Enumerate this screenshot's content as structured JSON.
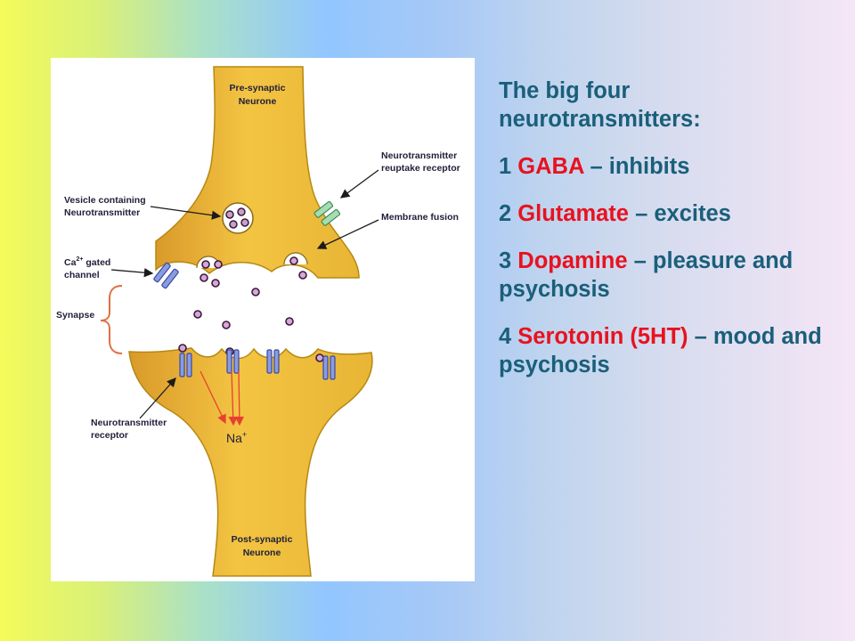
{
  "diagram": {
    "pre_label_1": "Pre-synaptic",
    "pre_label_2": "Neurone",
    "post_label_1": "Post-synaptic",
    "post_label_2": "Neurone",
    "vesicle_1": "Vesicle containing",
    "vesicle_2": "Neurotransmitter",
    "reuptake_1": "Neurotransmitter",
    "reuptake_2": "reuptake receptor",
    "fusion": "Membrane fusion",
    "ca_base": "Ca",
    "ca_sup": "2+",
    "ca_rest": " gated",
    "ca_2": "channel",
    "synapse": "Synapse",
    "receptor_1": "Neurotransmitter",
    "receptor_2": "receptor",
    "na_base": "Na",
    "na_sup": "+"
  },
  "text": {
    "heading_1": "The big four",
    "heading_2": "neurotransmitters:",
    "item1_num": "1 ",
    "item1_name": "GABA",
    "item1_desc": " – inhibits",
    "item2_num": "2 ",
    "item2_name": "Glutamate",
    "item2_desc": " – excites",
    "item3_num": "3 ",
    "item3_name": "Dopamine",
    "item3_desc": " – pleasure and psychosis",
    "item4_num": "4 ",
    "item4_name": "Serotonin (5HT)",
    "item4_desc": " – mood and psychosis"
  },
  "colors": {
    "text": "#1a5f7a",
    "highlight": "#e8121f",
    "neuron_fill": "#f0bd3c",
    "neuron_stroke": "#b68812",
    "arrow_red": "#e84030",
    "brace": "#e07040"
  }
}
